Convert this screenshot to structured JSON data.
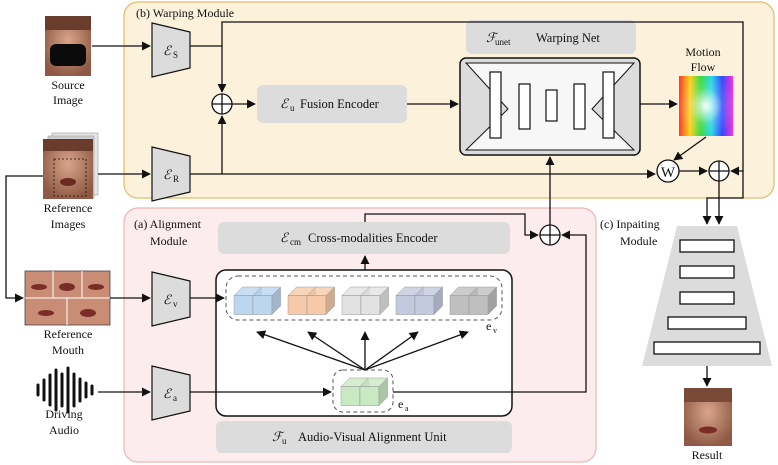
{
  "modules": {
    "warping": "(b) Warping Module",
    "alignment_line1": "(a) Alignment",
    "alignment_line2": "Module",
    "inpainting_line1": "(c) Inpaiting",
    "inpainting_line2": "Module"
  },
  "inputs": {
    "source_line1": "Source",
    "source_line2": "Image",
    "reference_line1": "Reference",
    "reference_line2": "Images",
    "mouth_line1": "Reference",
    "mouth_line2": "Mouth",
    "audio_line1": "Driving",
    "audio_line2": "Audio"
  },
  "encoders": {
    "symbol": "ℰ",
    "source_sub": "S",
    "reference_sub": "R",
    "visual_sub": "v",
    "audio_sub": "a",
    "fusion_sub": "u",
    "fusion_label": "Fusion Encoder",
    "cm_sub": "cm",
    "cm_label": "Cross-modalities Encoder"
  },
  "warping_net": {
    "symbol": "ℱ",
    "sub": "unet",
    "label": "Warping Net"
  },
  "motion_flow": {
    "line1": "Motion",
    "line2": "Flow"
  },
  "warp_op": "W",
  "alignment_unit": {
    "symbol": "ℱ",
    "sub": "u",
    "label": "Audio-Visual Alignment Unit"
  },
  "features": {
    "ev_base": "e",
    "ev_sub": "v",
    "ea_base": "e",
    "ea_sub": "a",
    "cube_colors": [
      "#bcd6f0",
      "#f6c9a8",
      "#e2e2e2",
      "#c3c9df",
      "#bfbfbf"
    ],
    "audio_cube_color": "#c9e9c3"
  },
  "result": "Result",
  "colors": {
    "warping_bg": "#fcf2dc",
    "warping_border": "#e4bb6a",
    "alignment_bg": "#fdeced",
    "alignment_border": "#ecb6b6",
    "block_fill": "#dcdcdc"
  }
}
